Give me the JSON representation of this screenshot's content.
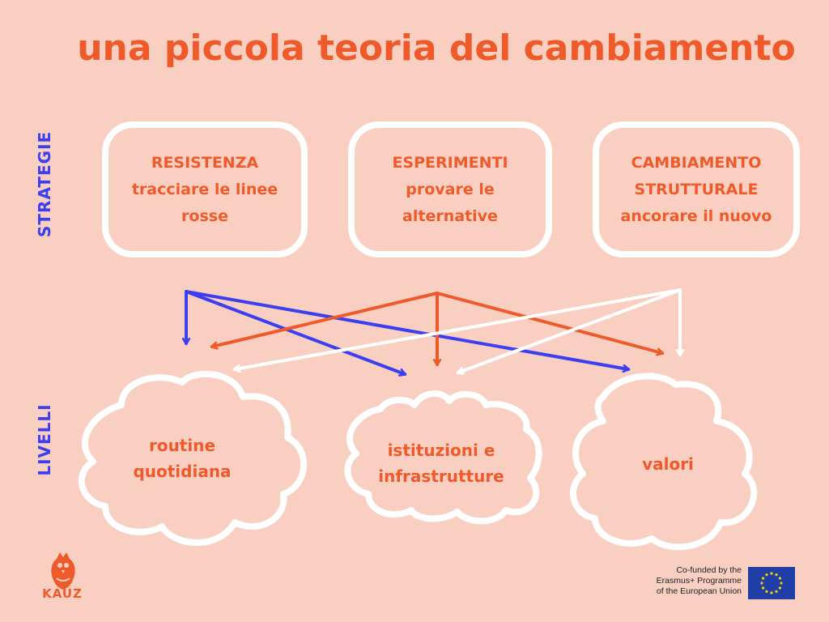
{
  "title": "una piccola teoria del cambiamento",
  "side_labels": {
    "strategies": "STRATEGIE",
    "levels": "LIVELLI"
  },
  "strategies": [
    {
      "line1": "RESISTENZA",
      "line2": "tracciare le linee",
      "line3": "rosse"
    },
    {
      "line1": "ESPERIMENTI",
      "line2": "provare le",
      "line3": "alternative"
    },
    {
      "line1": "CAMBIAMENTO",
      "line2": "STRUTTURALE",
      "line3": "ancorare il nuovo"
    }
  ],
  "levels": [
    {
      "line1": "routine",
      "line2": "quotidiana"
    },
    {
      "line1": "istituzioni e",
      "line2": "infrastrutture"
    },
    {
      "line1": "valori",
      "line2": ""
    }
  ],
  "logo": {
    "text": "KAUZ",
    "icon": "owl-icon"
  },
  "eu": {
    "line1": "Co-funded by the",
    "line2": "Erasmus+ Programme",
    "line3": "of the European Union",
    "icon": "eu-flag-icon"
  },
  "colors": {
    "background": "#f9cfc2",
    "accent_orange": "#ef5a2a",
    "accent_blue": "#3b3ff0",
    "white": "#ffffff"
  },
  "connections": [
    {
      "from": "RESISTENZA",
      "to": [
        "routine quotidiana",
        "istituzioni e infrastrutture",
        "valori"
      ],
      "color": "#3b3ff0"
    },
    {
      "from": "ESPERIMENTI",
      "to": [
        "routine quotidiana",
        "istituzioni e infrastrutture",
        "valori"
      ],
      "color": "#ef5a2a"
    },
    {
      "from": "CAMBIAMENTO STRUTTURALE",
      "to": [
        "routine quotidiana",
        "istituzioni e infrastrutture",
        "valori"
      ],
      "color": "#ffffff"
    }
  ]
}
